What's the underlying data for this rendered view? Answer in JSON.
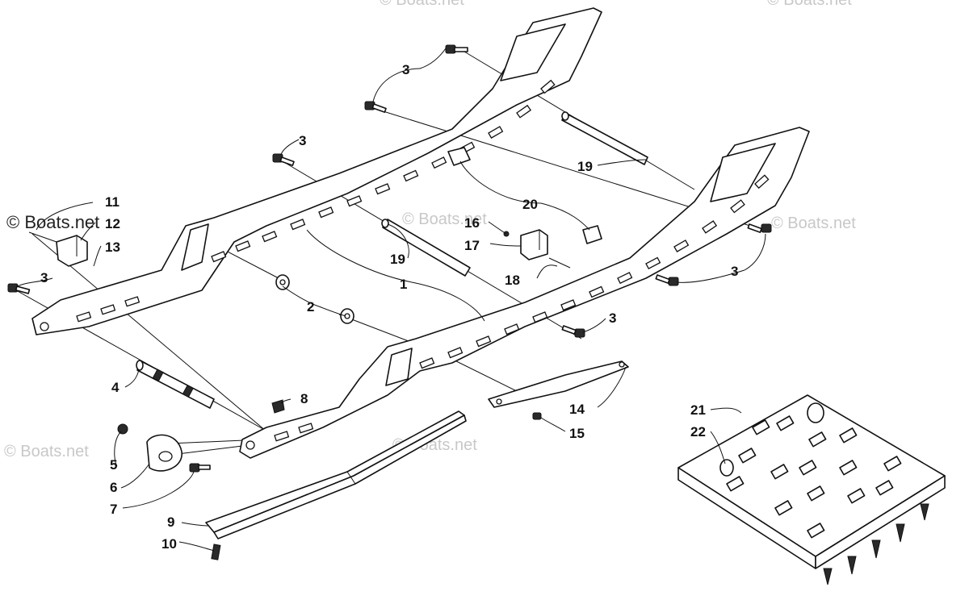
{
  "watermark": {
    "main": "© Boats.net",
    "faint": "© Boats.net"
  },
  "callouts": [
    {
      "id": "c1",
      "label": "1"
    },
    {
      "id": "c2",
      "label": "2"
    },
    {
      "id": "c3a",
      "label": "3"
    },
    {
      "id": "c3b",
      "label": "3"
    },
    {
      "id": "c3c",
      "label": "3"
    },
    {
      "id": "c3d",
      "label": "3"
    },
    {
      "id": "c3e",
      "label": "3"
    },
    {
      "id": "c4",
      "label": "4"
    },
    {
      "id": "c5",
      "label": "5"
    },
    {
      "id": "c6",
      "label": "6"
    },
    {
      "id": "c7",
      "label": "7"
    },
    {
      "id": "c8",
      "label": "8"
    },
    {
      "id": "c9",
      "label": "9"
    },
    {
      "id": "c10",
      "label": "10"
    },
    {
      "id": "c11",
      "label": "11"
    },
    {
      "id": "c12",
      "label": "12"
    },
    {
      "id": "c13",
      "label": "13"
    },
    {
      "id": "c14",
      "label": "14"
    },
    {
      "id": "c15",
      "label": "15"
    },
    {
      "id": "c16",
      "label": "16"
    },
    {
      "id": "c17",
      "label": "17"
    },
    {
      "id": "c18",
      "label": "18"
    },
    {
      "id": "c19a",
      "label": "19"
    },
    {
      "id": "c19b",
      "label": "19"
    },
    {
      "id": "c20",
      "label": "20"
    },
    {
      "id": "c21",
      "label": "21"
    },
    {
      "id": "c22",
      "label": "22"
    }
  ]
}
